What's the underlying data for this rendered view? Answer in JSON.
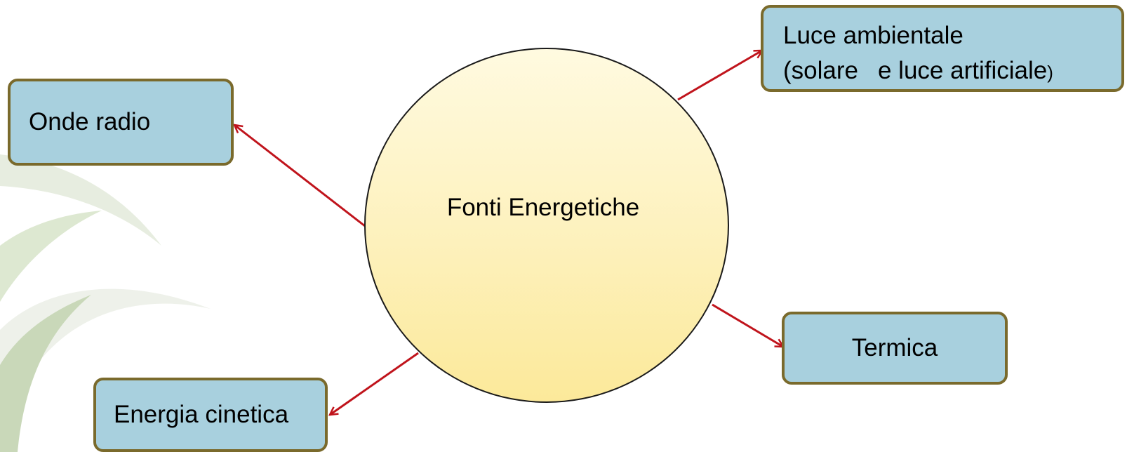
{
  "diagram": {
    "center": {
      "label": "Fonti Energetiche"
    },
    "nodes": {
      "onde_radio": {
        "label": "Onde radio"
      },
      "luce": {
        "line1": "Luce ambientale",
        "line2_a": "(solare",
        "line2_b": "e luce artificiale",
        "line2_c": ")"
      },
      "termica": {
        "label": "Termica"
      },
      "energia_cinetica": {
        "label": "Energia cinetica"
      }
    },
    "colors": {
      "node_fill": "#a8d0de",
      "node_border": "#7a6a2c",
      "arrow": "#c0141c",
      "circle_fill_top": "#fffae0",
      "circle_fill_bottom": "#fce99a"
    }
  }
}
